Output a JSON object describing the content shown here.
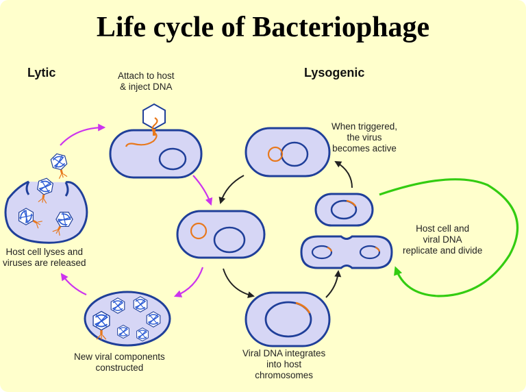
{
  "title": "Life cycle of Bacteriophage",
  "lytic_label": "Lytic",
  "lysogenic_label": "Lysogenic",
  "steps": {
    "attach": [
      "Attach to host",
      "& inject DNA"
    ],
    "lyses": [
      "Host cell lyses and",
      "viruses are released"
    ],
    "constructed": [
      "New viral components",
      "constructed"
    ],
    "integrates": [
      "Viral DNA integrates",
      "into host",
      "chromosomes"
    ],
    "triggered": [
      "When triggered,",
      "the virus",
      "becomes active"
    ],
    "replicate": [
      "Host cell and",
      "viral DNA",
      "replicate and divide"
    ]
  },
  "colors": {
    "background": "#ffffcc",
    "cell_fill": "#d6d6f5",
    "cell_outline": "#1f3f99",
    "viral_dna": "#e8781c",
    "lytic_arrow": "#cc33ee",
    "lysogenic_arrow": "#222222",
    "replicate_arrow": "#33cc11"
  }
}
